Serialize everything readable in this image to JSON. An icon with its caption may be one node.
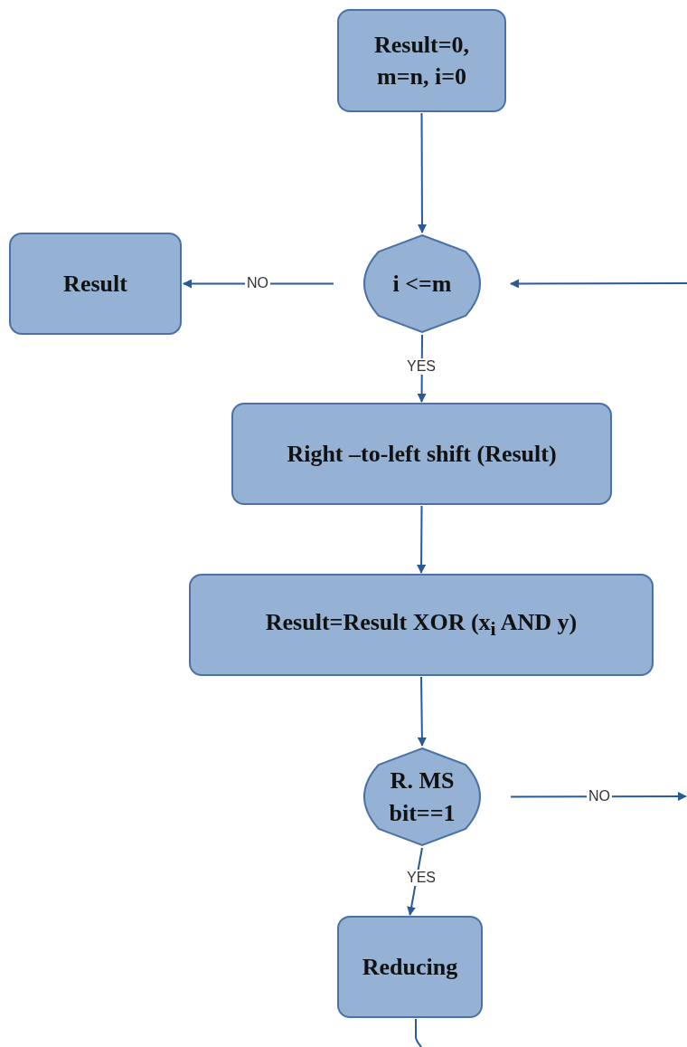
{
  "diagram": {
    "nodes": [
      {
        "text": [
          "Result=0, m=n, i=0"
        ]
      },
      {
        "text": [
          "i <=m"
        ]
      },
      {
        "text": [
          "Result"
        ]
      },
      {
        "text": [
          "Right –to-left shift (Result)"
        ]
      },
      {
        "text": [
          "Result=Result XOR (x$_{i}$ AND y)"
        ]
      },
      {
        "text": [
          "R. MS bit==1"
        ]
      },
      {
        "text": [
          "Reducing"
        ]
      }
    ],
    "edges": [
      {
        "from": 0,
        "to": 1,
        "arrow": "to"
      },
      {
        "from": 1,
        "to": 2,
        "label": "NO",
        "arrow": "to"
      },
      {
        "from": null,
        "to": 1,
        "arrow": "to"
      },
      {
        "from": 1,
        "to": 3,
        "label": "YES",
        "arrow": "to"
      },
      {
        "from": 3,
        "to": 4,
        "arrow": "to"
      },
      {
        "from": 4,
        "to": 5,
        "arrow": "to"
      },
      {
        "from": 5,
        "to": null,
        "label": "NO",
        "arrow": "to"
      },
      {
        "from": 5,
        "to": 6,
        "label": "YES",
        "arrow": "to"
      },
      {
        "from": 6,
        "to": null,
        "arrow": "none"
      }
    ]
  }
}
